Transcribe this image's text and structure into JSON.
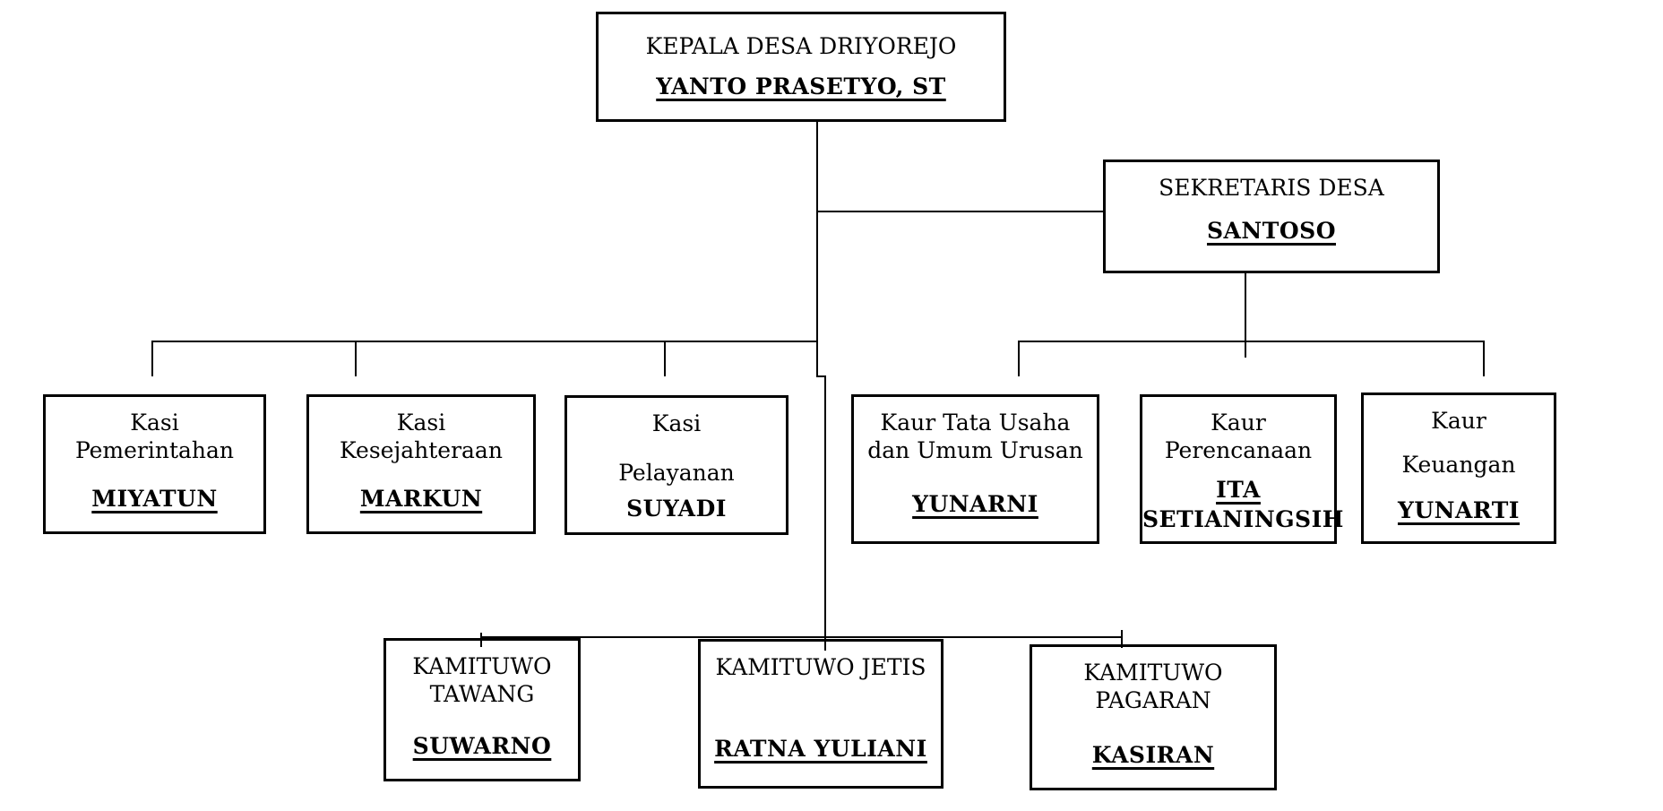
{
  "org_chart": {
    "kepala_desa": {
      "role": "KEPALA DESA DRIYOREJO",
      "name": "YANTO PRASETYO, ST"
    },
    "sekretaris": {
      "role": "SEKRETARIS DESA",
      "name": "SANTOSO"
    },
    "kasi_pemerintahan": {
      "role_line1": "Kasi",
      "role_line2": "Pemerintahan",
      "name": "MIYATUN"
    },
    "kasi_kesejahteraan": {
      "role_line1": "Kasi",
      "role_line2": "Kesejahteraan",
      "name": "MARKUN"
    },
    "kasi_pelayanan": {
      "role_line1": "Kasi",
      "role_line2": "Pelayanan",
      "name": "SUYADI"
    },
    "kaur_tata_usaha": {
      "role_line1": "Kaur Tata Usaha",
      "role_line2": "dan Umum Urusan",
      "name": "YUNARNI"
    },
    "kaur_perencanaan": {
      "role_line1": "Kaur",
      "role_line2": "Perencanaan",
      "name_line1": "ITA",
      "name_line2": "SETIANINGSIH"
    },
    "kaur_keuangan": {
      "role_line1": "Kaur",
      "role_line2": "Keuangan",
      "name": "YUNARTI"
    },
    "kamituwo_tawang": {
      "role_line1": "KAMITUWO",
      "role_line2": "TAWANG",
      "name": "SUWARNO"
    },
    "kamituwo_jetis": {
      "role": "KAMITUWO JETIS",
      "name": "RATNA YULIANI"
    },
    "kamituwo_pagaran": {
      "role_line1": "KAMITUWO",
      "role_line2": "PAGARAN",
      "name": "KASIRAN"
    }
  },
  "colors": {
    "line": "#000000",
    "text": "#000000",
    "background": "#ffffff"
  }
}
